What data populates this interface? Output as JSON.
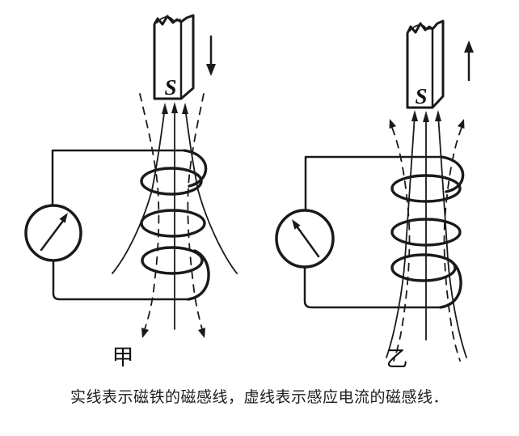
{
  "figure": {
    "caption": "实线表示磁铁的磁感线，虚线表示感应电流的磁感线．",
    "ink_color": "#1a1a1a",
    "background_color": "#ffffff",
    "diagrams": [
      {
        "id": "jia",
        "label": "甲",
        "magnet_pole": "S",
        "magnet_motion": "down",
        "galvanometer_needle": "up-right"
      },
      {
        "id": "yi",
        "label": "乙",
        "magnet_pole": "S",
        "magnet_motion": "up",
        "galvanometer_needle": "up-left"
      }
    ]
  }
}
